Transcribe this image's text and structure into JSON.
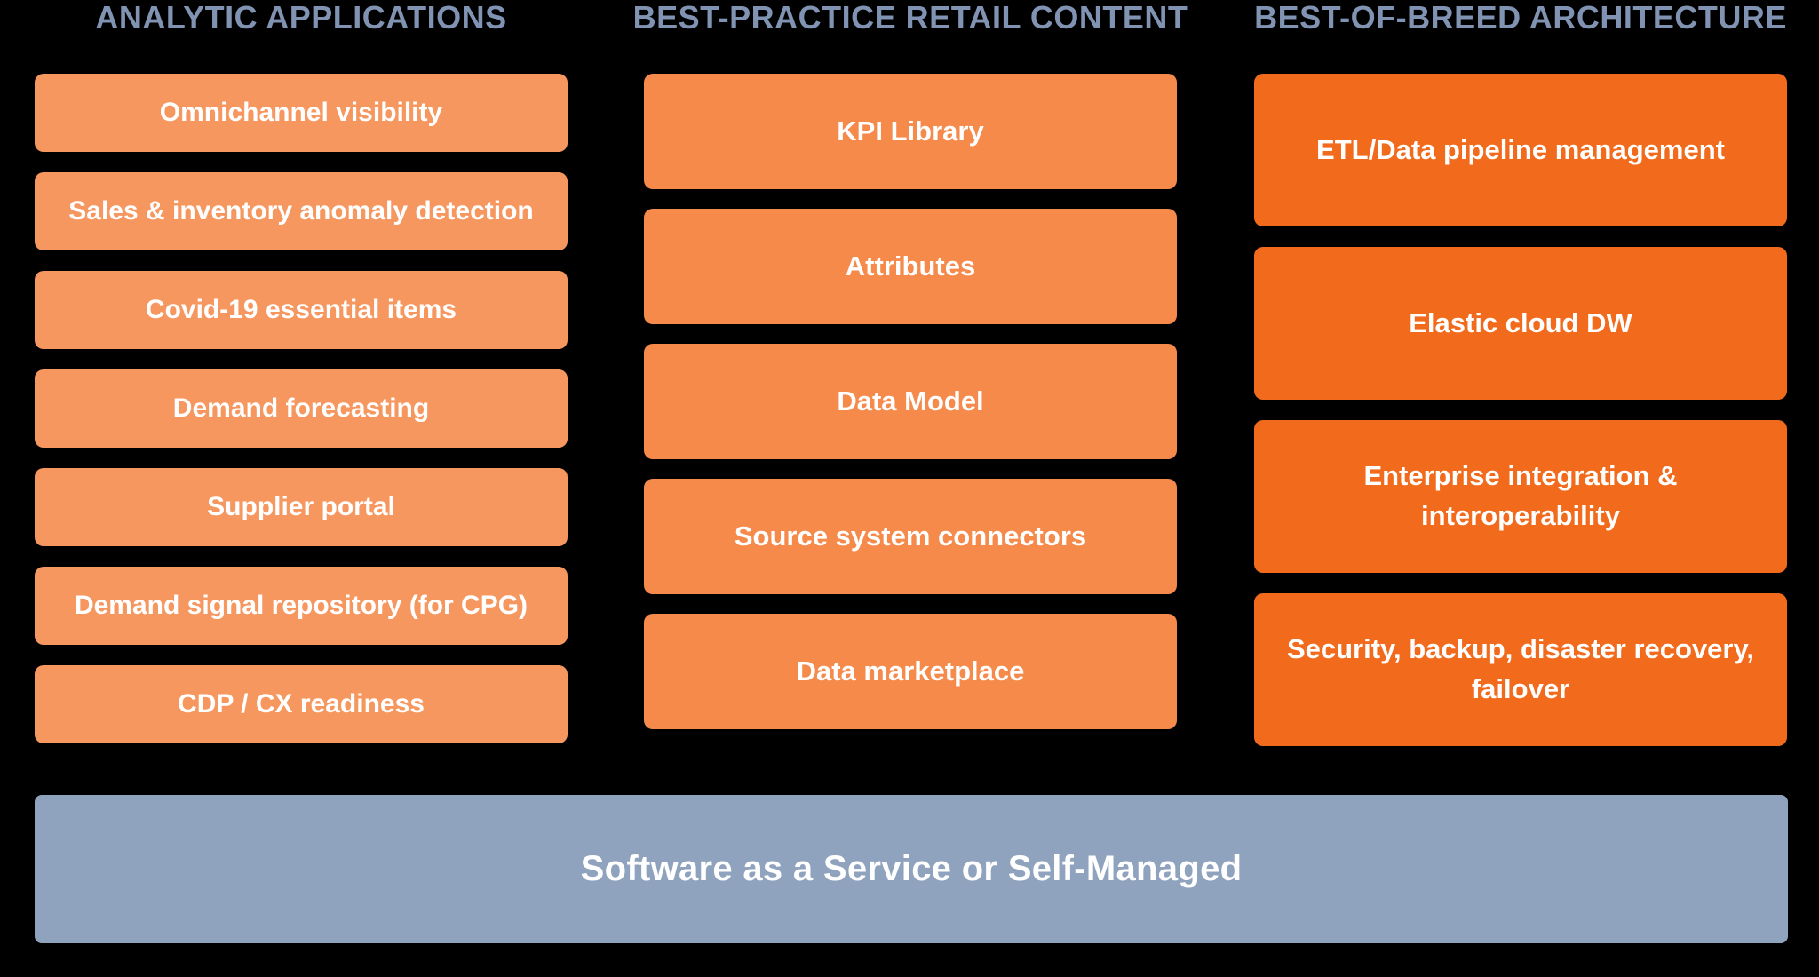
{
  "diagram": {
    "background_color": "#000000",
    "header_text_color": "#8193b3",
    "box_text_color": "#ffffff",
    "columns": [
      {
        "header": "ANALYTIC APPLICATIONS",
        "box_color": "#f6975f",
        "items": [
          "Omnichannel visibility",
          "Sales & inventory anomaly detection",
          "Covid-19 essential items",
          "Demand forecasting",
          "Supplier portal",
          "Demand signal repository (for CPG)",
          "CDP / CX readiness"
        ]
      },
      {
        "header": "BEST-PRACTICE RETAIL CONTENT",
        "box_color": "#f58a4a",
        "items": [
          "KPI Library",
          "Attributes",
          "Data Model",
          "Source system connectors",
          "Data marketplace"
        ]
      },
      {
        "header": "BEST-OF-BREED ARCHITECTURE",
        "box_color": "#f26b1c",
        "items": [
          "ETL/Data pipeline management",
          "Elastic cloud DW",
          "Enterprise integration & interoperability",
          "Security, backup, disaster recovery, failover"
        ]
      }
    ],
    "footer": {
      "label": "Software as a Service or Self-Managed",
      "bar_color": "#90a3be"
    }
  }
}
